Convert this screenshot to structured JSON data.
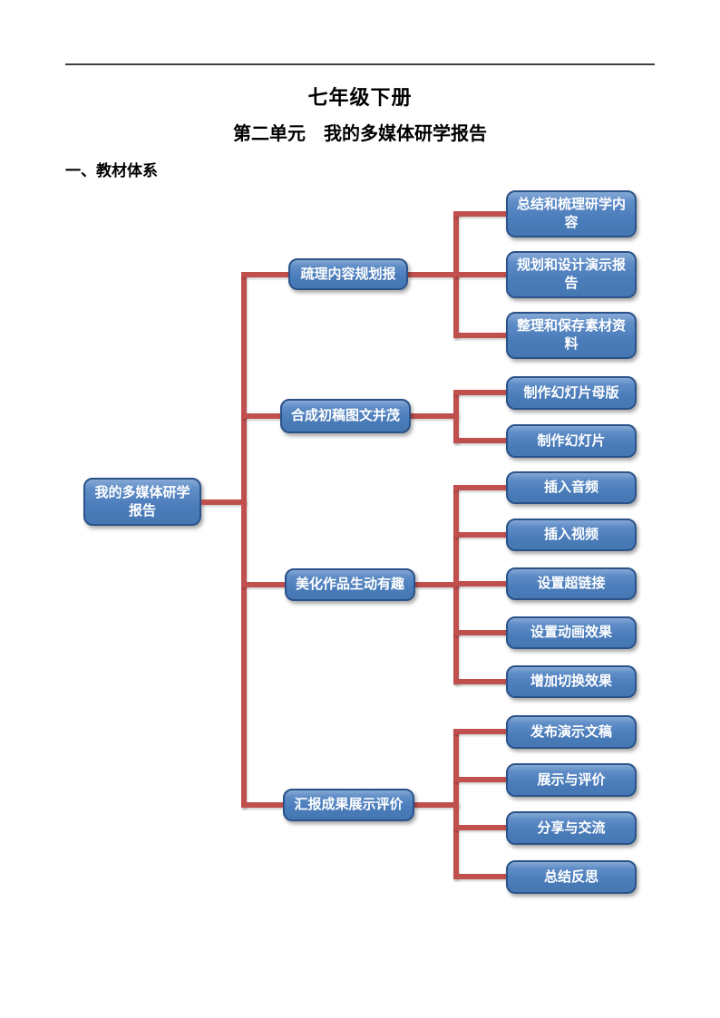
{
  "page": {
    "title": "七年级下册",
    "subtitle": "第二单元　我的多媒体研学报告",
    "section_heading": "一、教材体系"
  },
  "colors": {
    "node_fill": "#4a7cba",
    "node_border": "#2b5289",
    "node_text": "#ffffff",
    "connector": "#c0504d",
    "rule": "#3f3f3f"
  },
  "diagram": {
    "root": {
      "label": "我的多媒体研学\n报告"
    },
    "branches": [
      {
        "label": "疏理内容规划报",
        "children": [
          "总结和梳理研学内\n容",
          "规划和设计演示报\n告",
          "整理和保存素材资\n料"
        ]
      },
      {
        "label": "合成初稿图文并茂",
        "children": [
          "制作幻灯片母版",
          "制作幻灯片"
        ]
      },
      {
        "label": "美化作品生动有趣",
        "children": [
          "插入音频",
          "插入视频",
          "设置超链接",
          "设置动画效果",
          "增加切换效果"
        ]
      },
      {
        "label": "汇报成果展示评价",
        "children": [
          "发布演示文稿",
          "展示与评价",
          "分享与交流",
          "总结反思"
        ]
      }
    ]
  }
}
